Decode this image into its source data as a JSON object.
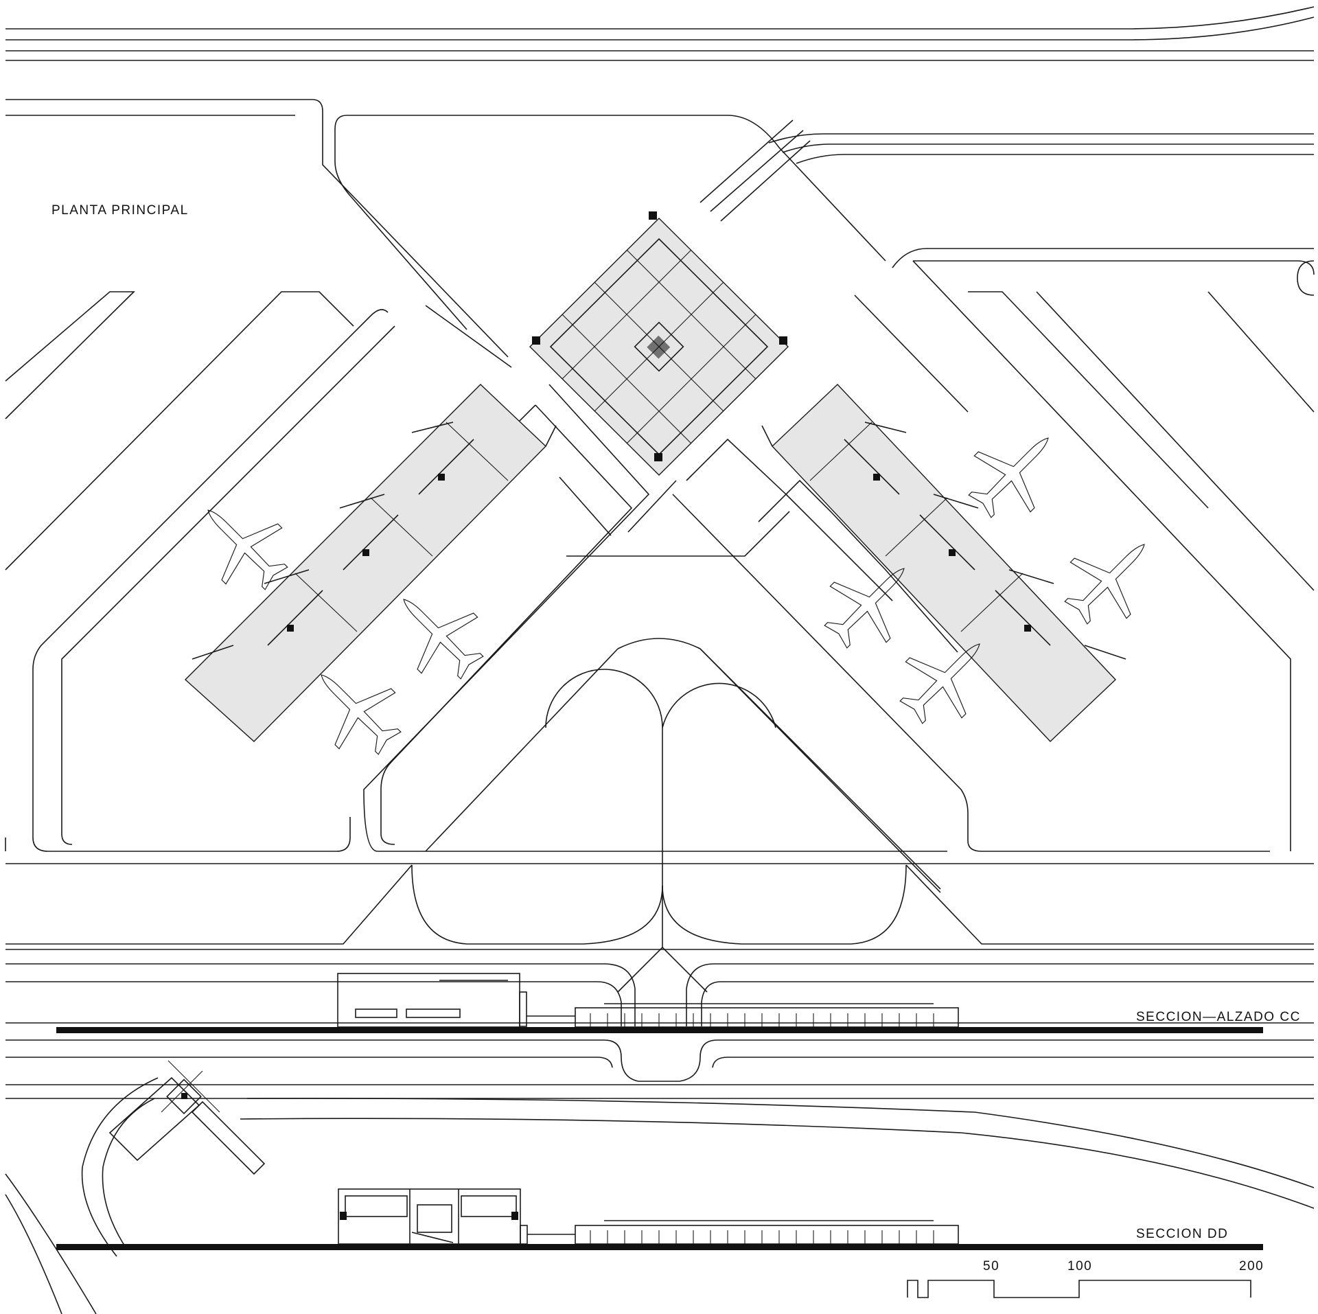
{
  "labels": {
    "plan_title": "PLANTA PRINCIPAL",
    "section_cc": "SECCION—ALZADO CC",
    "section_dd": "SECCION DD"
  },
  "scale_bar": {
    "ticks": [
      "50",
      "100",
      "200"
    ]
  },
  "colors": {
    "line": "#1a1a1a",
    "building_fill": "#e6e6e6",
    "background": "#ffffff"
  }
}
